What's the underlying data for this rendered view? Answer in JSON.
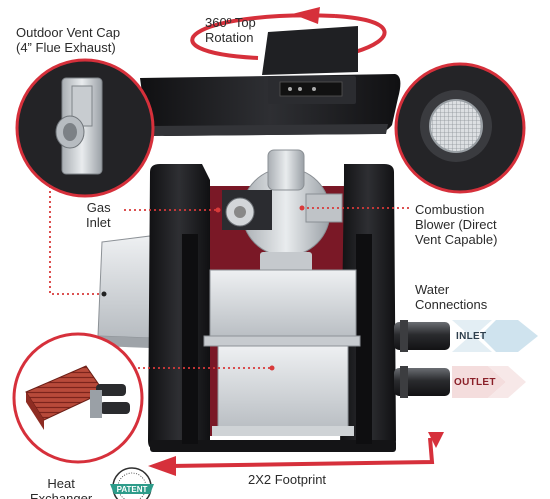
{
  "labels": {
    "vent_cap": [
      "Outdoor Vent Cap",
      "(4” Flue Exhaust)"
    ],
    "rotation": [
      "360º Top",
      "Rotation"
    ],
    "gas_inlet": [
      "Gas",
      "Inlet"
    ],
    "blower": [
      "Combustion",
      "Blower (Direct",
      "Vent Capable)"
    ],
    "water": [
      "Water",
      "Connections"
    ],
    "inlet": "INLET",
    "outlet": "OUTLET",
    "footprint": "2X2 Footprint",
    "heat_exchanger": [
      "Heat",
      "Exchanger"
    ],
    "patent": "PATENT"
  },
  "colors": {
    "accent_red": "#d6303b",
    "callout_dot": "#d83a3a",
    "cabinet_black": "#1c1c1e",
    "interior_red": "#7a1826",
    "inlet_arrow": "#cfe3ee",
    "outlet_arrow": "#f2d2d2"
  }
}
